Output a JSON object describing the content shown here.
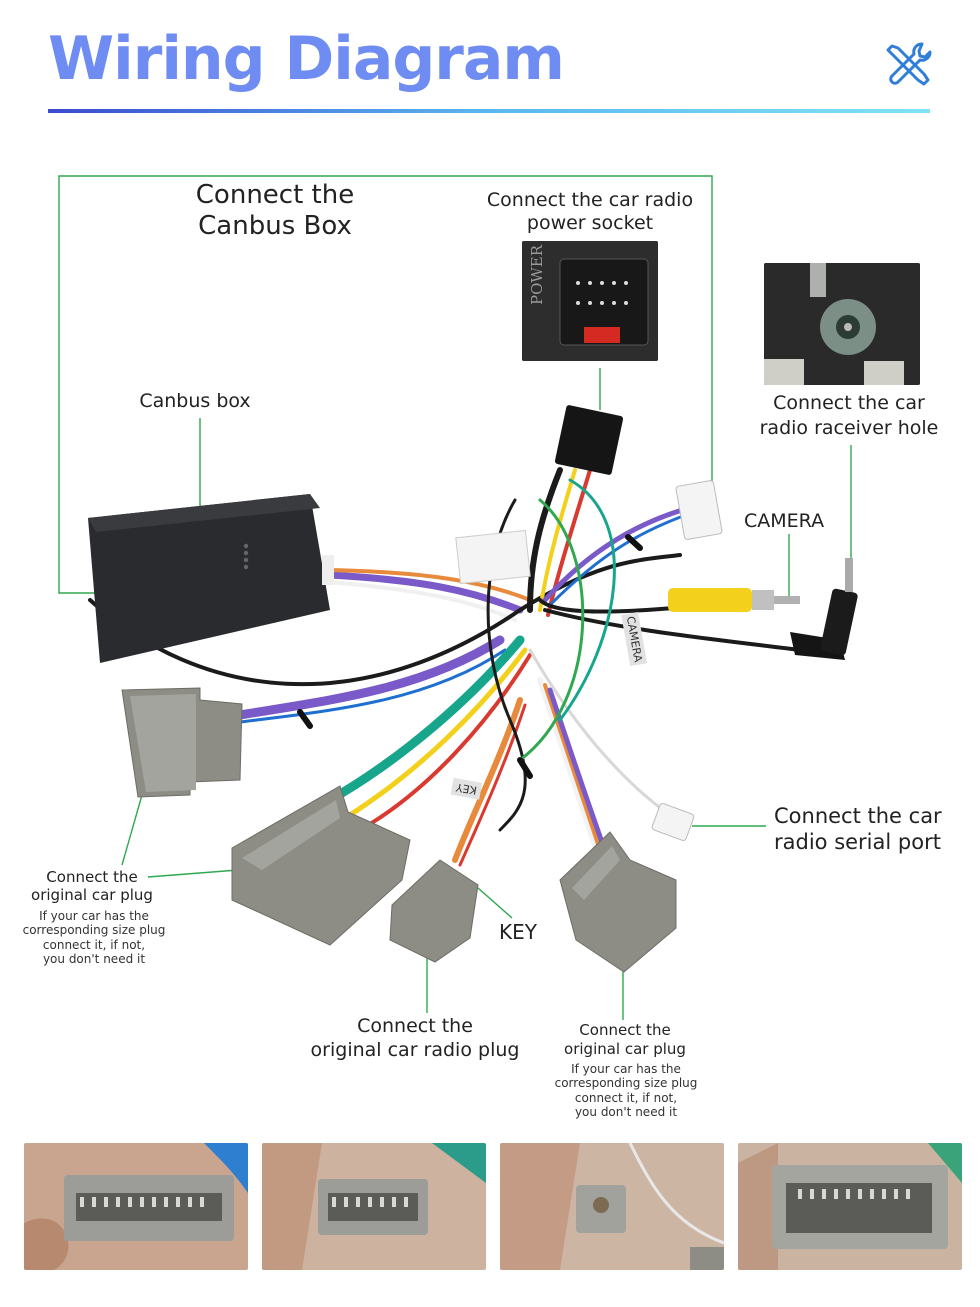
{
  "header": {
    "title": "Wiring Diagram",
    "accent_color": "#6f8cf2",
    "icon": "tools-icon"
  },
  "labels": {
    "canbus_heading": [
      "Connect the",
      "Canbus Box"
    ],
    "canbus_box": "Canbus box",
    "power_socket": [
      "Connect the car radio",
      "power socket"
    ],
    "power_tag": "POWER",
    "antenna": [
      "Connect the  car",
      "radio raceiver hole"
    ],
    "camera": "CAMERA",
    "camera_tag": "CAMERA",
    "key_tag": "KEY",
    "serial_port": [
      "Connect the car",
      "radio  serial port"
    ],
    "original_plug_left": [
      "Connect the",
      "original car plug"
    ],
    "original_plug_left_note": [
      "If your car has the",
      "corresponding size plug",
      "connect it, if not,",
      "you don't need it"
    ],
    "key": "KEY",
    "radio_plug": [
      "Connect the",
      "original car radio plug"
    ],
    "original_plug_right": [
      "Connect the",
      "original car plug"
    ],
    "original_plug_right_note": [
      "If your car has the",
      "corresponding size plug",
      "connect it, if not,",
      "you don't need it"
    ]
  },
  "colors": {
    "leader_line": "#2fa84f",
    "connector_gray": "#8d8d86",
    "canbus_box": "#2a2b2e",
    "rca_yellow": "#f2d01c"
  }
}
